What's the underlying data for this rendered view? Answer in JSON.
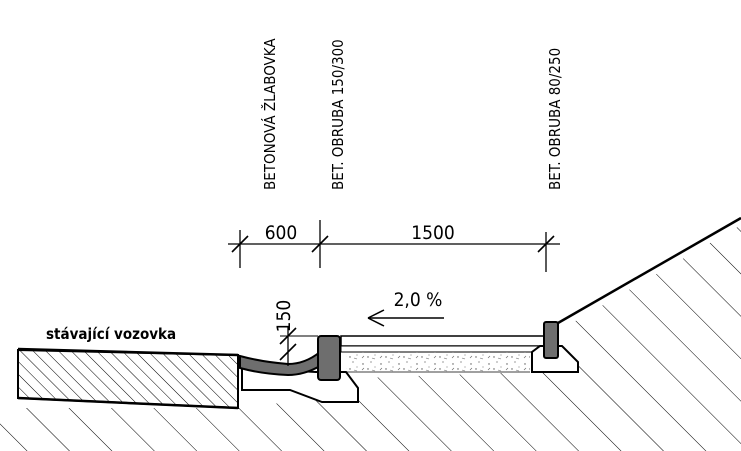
{
  "labels": {
    "existing_road": "stávající vozovka",
    "gutter": "BETONOVÁ ŽLABOVKA",
    "curb_main": "BET. OBRUBA 150/300",
    "curb_edge": "BET. OBRUBA 80/250"
  },
  "dimensions": {
    "gutter_width": "600",
    "path_width": "1500",
    "gutter_depth": "150"
  },
  "slope": {
    "value": "2,0 %",
    "direction": "left"
  },
  "colors": {
    "ink": "#000000",
    "concrete_fill": "#6e6e6e",
    "pavement_fill": "#ffffff"
  }
}
